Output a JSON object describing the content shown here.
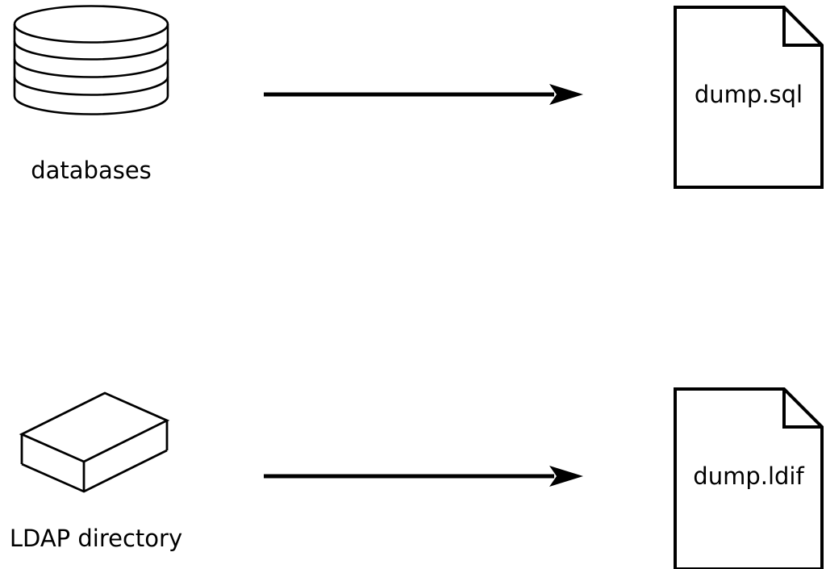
{
  "diagram": {
    "rows": [
      {
        "source": {
          "icon": "database-cylinder",
          "label": "databases"
        },
        "connector": "arrow-right",
        "target": {
          "icon": "document-dog-ear",
          "label": "dump.sql"
        }
      },
      {
        "source": {
          "icon": "box-3d",
          "label": "LDAP directory"
        },
        "connector": "arrow-right",
        "target": {
          "icon": "document-dog-ear",
          "label": "dump.ldif"
        }
      }
    ],
    "colors": {
      "stroke": "#000000",
      "background": "#ffffff"
    }
  }
}
